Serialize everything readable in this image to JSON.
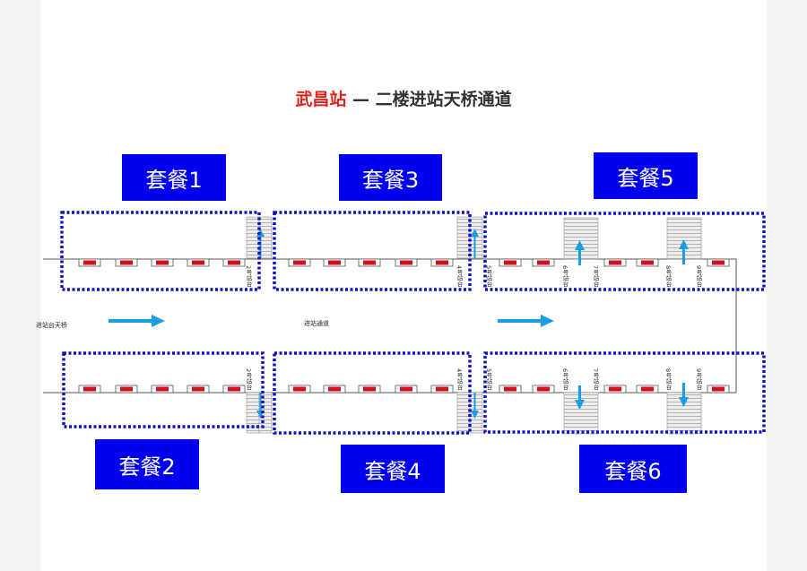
{
  "title": {
    "station": "武昌站",
    "rest": " — 二楼进站天桥通道"
  },
  "colors": {
    "package_bg": "#0000ee",
    "dotted_outline": "#1010c8",
    "arrow": "#1a9ee2",
    "shop_red": "#d0101e",
    "station_red": "#e2231a"
  },
  "packages": [
    {
      "label": "套餐1"
    },
    {
      "label": "套餐3"
    },
    {
      "label": "套餐5"
    },
    {
      "label": "套餐2"
    },
    {
      "label": "套餐4"
    },
    {
      "label": "套餐6"
    }
  ],
  "labels": {
    "left_corridor": "进站台天桥",
    "mid_corridor": "进站通道"
  },
  "top_stairs": [
    "2号站台",
    "4号站台",
    "5号站台",
    "6号站台",
    "7号站台",
    "8号站台",
    "9号站台"
  ],
  "bottom_stairs": [
    "2号站台",
    "4号站台",
    "5号站台",
    "6号站台",
    "7号站台",
    "8号站台",
    "9号站台"
  ],
  "direction_icons": [
    "arrow-right-icon",
    "arrow-up-icon",
    "arrow-down-icon"
  ]
}
